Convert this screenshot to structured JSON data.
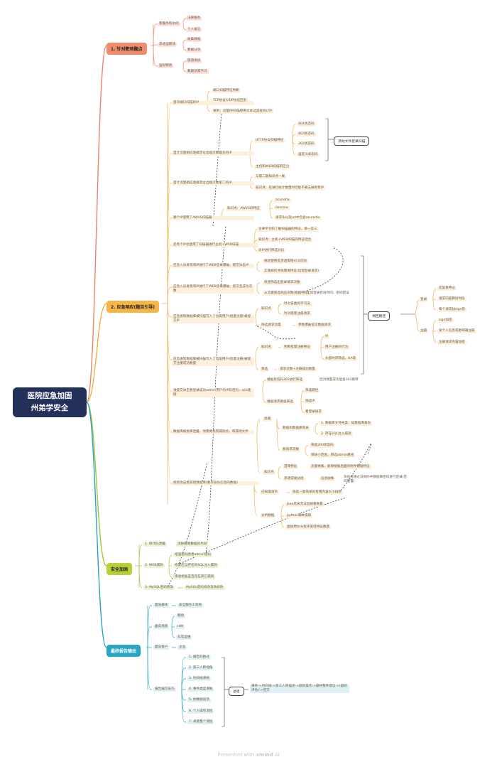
{
  "root": "医院应急加固\n州弟学安全",
  "colors": {
    "root": "#22305a",
    "b1": "#ef8a6a",
    "b1fill": "#fbe3da",
    "b1line": "#e9846a",
    "b2": "#f5b547",
    "b2fill": "#fdf1de",
    "b2line": "#f0b04c",
    "b3": "#b9cf3c",
    "b3fill": "#eef3d6",
    "b3line": "#a6c23a",
    "b4": "#27a7c3",
    "b4fill": "#dff1f6",
    "b4line": "#2aa3c0"
  },
  "branches": [
    {
      "label": "1. 针对靶场题点",
      "children": [
        {
          "label": "客服务的访问",
          "children": [
            "法律服务",
            "个人留言"
          ]
        },
        {
          "label": "渗透型靶场",
          "children": [
            "收集数据",
            "数据分享"
          ]
        },
        {
          "label": "监狱靶场",
          "children": [
            "旅游系统",
            "聚题急需学习"
          ]
        }
      ]
    },
    {
      "label": "2. 应急响应(题目引导)",
      "children": [
        {
          "label": "首次端口扫描的IP",
          "children": [
            "端口扫描特征判断",
            "TCP协议/UDP协议区别",
            "举例：流量PP扫描使用文本过滤查找UTP"
          ]
        },
        {
          "label": "首计流量相应连接定位出端次数最多的IP",
          "children": [
            {
              "label": "HTTP协议扫描特征",
              "children": [
                "404状态码",
                "403状态码",
                "302状态码",
                "自定义状态码"
              ]
            },
            "主机和WEB扫描的区分"
          ]
        },
        {
          "label": "首计流量相应连接定位出端次数第二的IP",
          "children": [
            "与第二题知识点一样",
            "知识点：在进行统计数量时可能不要忘掉所有IP"
          ]
        },
        {
          "label": "哪个IP使用了AWVS扫描器",
          "children": [
            {
              "label": "知识点：AWVS的特征",
              "children": [
                "acunetix",
                "0xscme",
                "请求头以及url中包含acunetix"
              ]
            }
          ]
        },
        {
          "label": "还有个IP也使用了扫描器进行主机+WEB扫描",
          "children": [
            "主要学习和了解扫描器的特征，举一反三",
            "知识点：主机+WEB扫描的特征结合",
            "对IP进行筛选对比"
          ]
        },
        {
          "label": "应急入员发现有IP进行了WEB登录爆破，提交攻击IP",
          "children": [
            "阐述使用反渗透策略VCS识别",
            "实施如何寻找爆发特征(出现登录请求)"
          ]
        },
        {
          "label": "应急入员发现有IP进行了WEB登录爆破，提交包成功次数",
          "children": [
            "快速筛选出登录请求次数",
            "从流量筛选响应次数(根据特征)"
          ]
        },
        {
          "label": "应急发现数据库被扫描写入了垃圾用户(批量注册)被提交IP",
          "children": [
            {
              "label": "知识点",
              "children": [
                "针对该类的学习法",
                "针对搭客注册请求"
              ]
            },
            {
              "label": "筛选请求流量",
              "children": [
                "参数爆破提交数据请求"
              ]
            }
          ]
        },
        {
          "label": "应急发现数据库被扫描写入了垃圾用户(批量注册)被提交注册成功数量",
          "children": [
            {
              "label": "知识点",
              "children": [
                {
                  "label": "判断批量注册特征",
                  "children": [
                    "IP",
                    "用户注册的行为",
                    "头部时间筛选，UA等"
                  ]
                }
              ]
            },
            {
              "label": "筛选",
              "children": [
                "请求次数+注册成功数量"
              ]
            }
          ]
        },
        {
          "label": "请提交攻击者登录成功admin用户的IP及密码，以&连接",
          "children": [
            "根据状态码302进行筛选",
            {
              "label": "根据请求路径筛选",
              "children": [
                "筛选路径",
                "筛选IP",
                "看登录请求"
              ]
            }
          ]
        },
        {
          "label": "数据库被拖库泄露，你需要找到漏洞点，和漏洞文件",
          "children": [
            {
              "label": "思路",
              "children": [
                {
                  "label": "数据和数据库有关",
                  "children": [
                    "1. 数据库文件夹类：如数据库备份",
                    "2. 存在SQL注入漏洞"
                  ]
                },
                {
                  "label": "看请求次数",
                  "children": [
                    "筛选200状态码",
                    "筛除小范围，筛选admin路径"
                  ]
                }
              ]
            },
            {
              "label": "知识点",
              "children": [
                "首要特征",
                "流量要素，能够根据后面的附件数据特征",
                "渗透常规总结",
                "信息收集"
              ]
            },
            "攻击者通过渲染码中数据库密码进行登录(密码重置)"
          ]
        },
        {
          "label": "找到攻击者获取数据库(要求身份信息的数据)",
          "children": [
            {
              "label": "已知漏洞点",
              "children": [
                "筛选一套简单的有用内容大小排序"
              ]
            },
            {
              "label": "分析数据",
              "children": [
                "Json有关无法直接看数量",
                "python脚本提取",
                "直接用tsds程序变得特征数量"
              ]
            }
          ]
        }
      ]
    },
    {
      "label": "安全加固",
      "children": [
        {
          "label": "1. 修代码泄露",
          "children": [
            "消除敏感数据的代码"
          ]
        },
        {
          "label": "2. WEB漏洞",
          "children": [
            "给强密码改善admin密码",
            "修复应当存在的SQL注入漏洞",
            "渗透修复是否存在其它漏洞"
          ]
        },
        {
          "label": "3. MySQL密码修改",
          "children": [
            "MySQL密码修改及防修改"
          ]
        }
      ]
    },
    {
      "label": "最终报告输出",
      "children": [
        {
          "label": "面向群体",
          "children": [
            "安全服务工程师"
          ]
        },
        {
          "label": "面向场景",
          "children": [
            "靶场",
            "HW",
            "日常运维"
          ]
        },
        {
          "label": "面向客户",
          "children": [
            "企业"
          ]
        },
        {
          "label": "报告编写技巧",
          "children": [
            "1. 报告的格式",
            "2. 第三人称视角",
            "3. 时间线清晰",
            "4. 事件类型清晰",
            "5. 依数据说话",
            "6. 个人操作流程",
            "7. 表意整个流程"
          ]
        }
      ]
    }
  ],
  "side_boxes": {
    "status_box": "流动文件登录扫描",
    "trace_box": "溯回路径",
    "summary_box": "总结",
    "summary_text": "事件->时间线->第三人称描述->题目操作->最终整件建议->(最终评估)->提交",
    "login_title": "登录",
    "login_items": [
      "反复重申过",
      "请求内容算好时段",
      "每个请求加sign签"
    ],
    "register_title": "注册",
    "register_items": [
      "sign加签",
      "某个人信息或者邮箱注册",
      "注册请求内容加密"
    ]
  },
  "footer": {
    "prefix": "Presented with ",
    "brand": "xmind",
    "suffix": " AI"
  }
}
